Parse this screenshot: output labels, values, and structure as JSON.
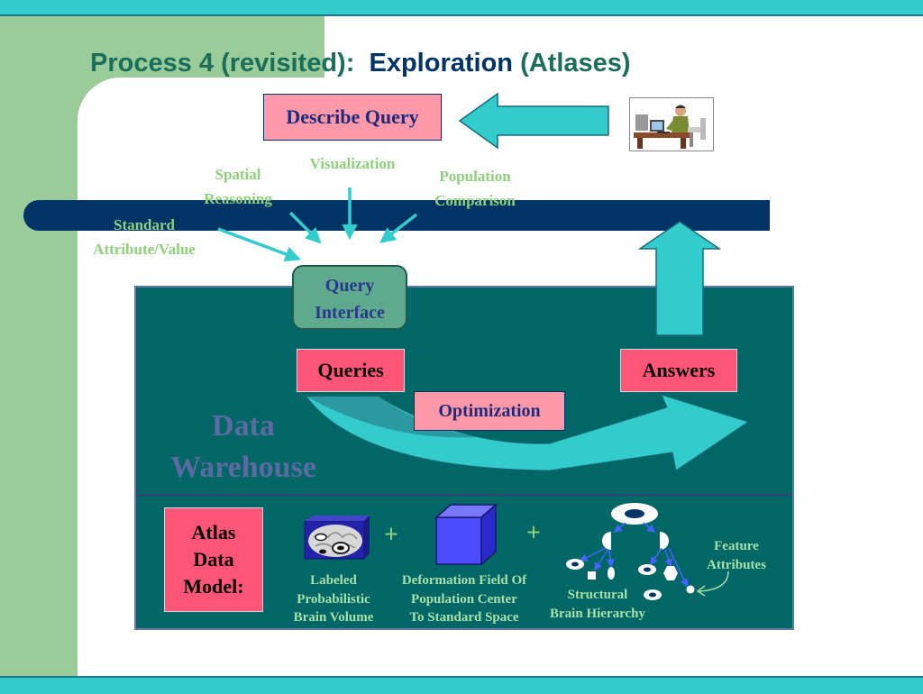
{
  "title": {
    "part1": "Process 4 (revisited):",
    "part2": "Exploration",
    "part3": "(Atlases)"
  },
  "describe_query": "Describe Query",
  "query_types": {
    "spatial": [
      "Spatial",
      "Reasoning"
    ],
    "visualization": "Visualization",
    "population": [
      "Population",
      "Comparison"
    ],
    "standard": [
      "Standard",
      "Attribute/Value"
    ]
  },
  "query_interface": [
    "Query",
    "Interface"
  ],
  "queries": "Queries",
  "answers": "Answers",
  "optimization": "Optimization",
  "data_warehouse": [
    "Data",
    "Warehouse"
  ],
  "atlas_data_model": [
    "Atlas",
    "Data",
    "Model:"
  ],
  "plus_sign": "+",
  "components": {
    "brain_volume": [
      "Labeled",
      "Probabilistic",
      "Brain Volume"
    ],
    "deformation_field": [
      "Deformation Field Of",
      "Population Center",
      "To Standard Space"
    ],
    "brain_hierarchy": [
      "Structural",
      "Brain Hierarchy"
    ],
    "feature_attributes": [
      "Feature",
      "Attributes"
    ]
  },
  "colors": {
    "band": "#33cccc",
    "sidebar": "#99cc99",
    "bar": "#003366",
    "warehouse": "#006666",
    "accent_red": "#ff5577",
    "arrow": "#33cccc",
    "label_green": "#8fd07a"
  }
}
